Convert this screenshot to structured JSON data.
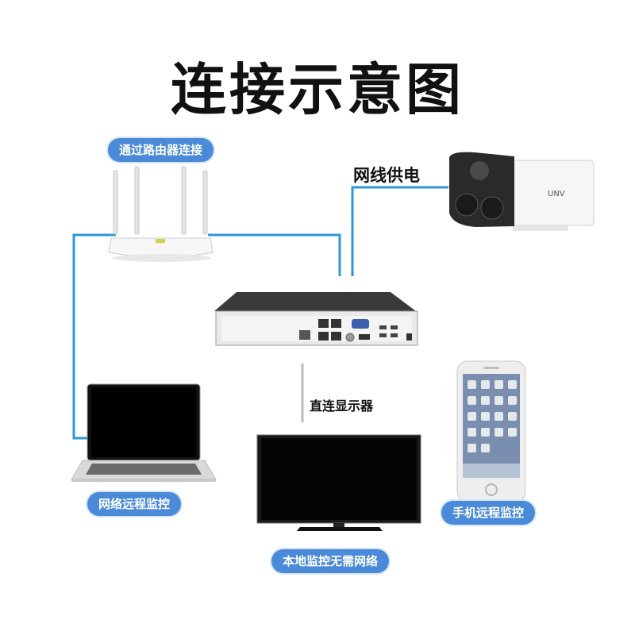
{
  "title": "连接示意图",
  "labels": {
    "router": "通过路由器连接",
    "poe": "网线供电",
    "direct_display": "直连显示器",
    "laptop": "网络远程监控",
    "tv": "本地监控无需网络",
    "phone": "手机远程监控"
  },
  "devices": {
    "camera_brand": "UNV"
  },
  "colors": {
    "pill": "#4a8ad8",
    "cable": "#2f96d8",
    "text": "#111111"
  },
  "icons": [
    "router-icon",
    "camera-icon",
    "nvr-icon",
    "laptop-icon",
    "monitor-icon",
    "phone-icon"
  ]
}
